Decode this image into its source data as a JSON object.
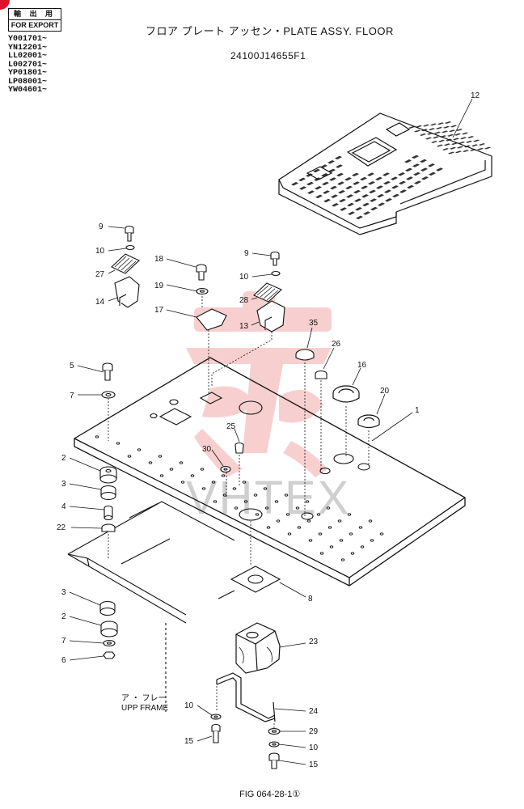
{
  "export_box": {
    "jp": "輸 出 用",
    "en": "FOR EXPORT"
  },
  "serials": [
    "Y001701~",
    "YN12201~",
    "LL02001~",
    "L002701~",
    "YP01801~",
    "LP08001~",
    "YW04601~"
  ],
  "title": "フロア プレート アッセン・PLATE ASSY. FLOOR",
  "part_number": "24100J14655F1",
  "figure_ref": "FIG 064-28-1①",
  "frame_label": {
    "jp": "ア ・ フレー",
    "en": "UPP FRAME"
  },
  "watermark": "VHTEX",
  "callouts": [
    {
      "id": "c12",
      "text": "12"
    },
    {
      "id": "c9a",
      "text": "9"
    },
    {
      "id": "c10a",
      "text": "10"
    },
    {
      "id": "c27",
      "text": "27"
    },
    {
      "id": "c14",
      "text": "14"
    },
    {
      "id": "c18",
      "text": "18"
    },
    {
      "id": "c19",
      "text": "19"
    },
    {
      "id": "c17",
      "text": "17"
    },
    {
      "id": "c9b",
      "text": "9"
    },
    {
      "id": "c10b",
      "text": "10"
    },
    {
      "id": "c28",
      "text": "28"
    },
    {
      "id": "c13",
      "text": "13"
    },
    {
      "id": "c35",
      "text": "35"
    },
    {
      "id": "c26",
      "text": "26"
    },
    {
      "id": "c16",
      "text": "16"
    },
    {
      "id": "c20",
      "text": "20"
    },
    {
      "id": "c1",
      "text": "1"
    },
    {
      "id": "c5",
      "text": "5"
    },
    {
      "id": "c7a",
      "text": "7"
    },
    {
      "id": "c25",
      "text": "25"
    },
    {
      "id": "c30",
      "text": "30"
    },
    {
      "id": "c2a",
      "text": "2"
    },
    {
      "id": "c3a",
      "text": "3"
    },
    {
      "id": "c4",
      "text": "4"
    },
    {
      "id": "c22",
      "text": "22"
    },
    {
      "id": "c8",
      "text": "8"
    },
    {
      "id": "c3b",
      "text": "3"
    },
    {
      "id": "c2b",
      "text": "2"
    },
    {
      "id": "c7b",
      "text": "7"
    },
    {
      "id": "c6",
      "text": "6"
    },
    {
      "id": "c23",
      "text": "23"
    },
    {
      "id": "c24",
      "text": "24"
    },
    {
      "id": "c10c",
      "text": "10"
    },
    {
      "id": "c29",
      "text": "29"
    },
    {
      "id": "c15a",
      "text": "15"
    },
    {
      "id": "c10d",
      "text": "10"
    },
    {
      "id": "c15b",
      "text": "15"
    }
  ],
  "colors": {
    "line": "#111111",
    "watermark_red": "#f4a9a9",
    "corner": "#e0102a"
  }
}
